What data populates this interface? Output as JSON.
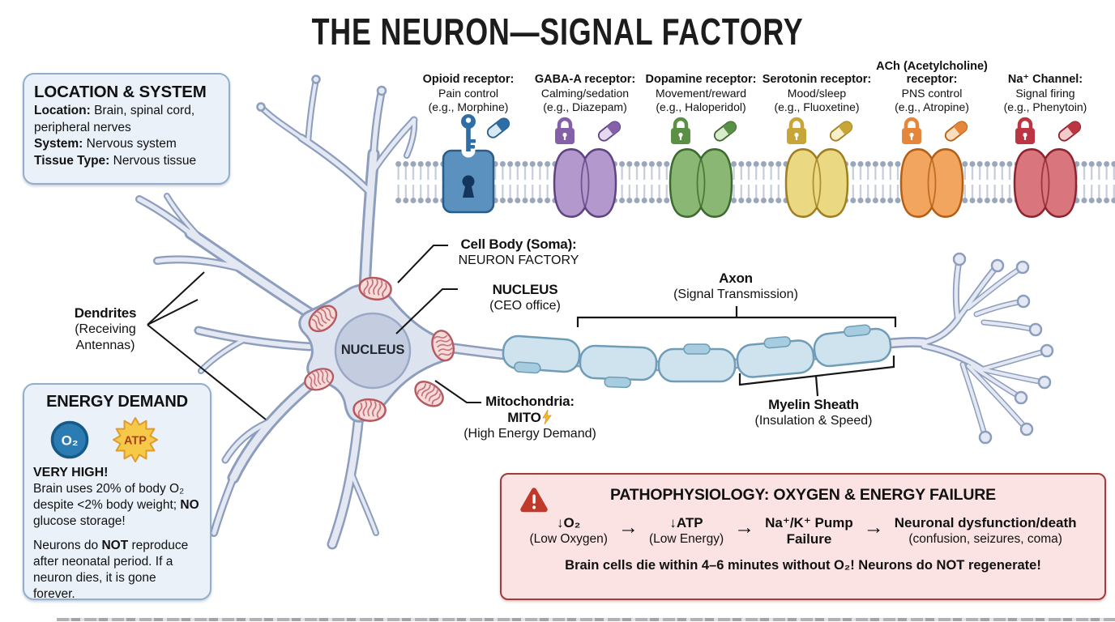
{
  "title": "THE NEURON—SIGNAL FACTORY",
  "location_box": {
    "title": "LOCATION & SYSTEM",
    "rows": [
      {
        "label": "Location:",
        "value": "Brain, spinal cord, peripheral nerves"
      },
      {
        "label": "System:",
        "value": "Nervous system"
      },
      {
        "label": "Tissue Type:",
        "value": "Nervous tissue"
      }
    ]
  },
  "receptors": [
    {
      "name": "Opioid receptor:",
      "role": "Pain control",
      "example": "(e.g., Morphine)",
      "icon": "key-icon",
      "colors": {
        "main": "#5b91bf",
        "dark": "#2a5d8a",
        "light": "#d8e9f3",
        "accent": "#2e6da6"
      }
    },
    {
      "name": "GABA-A receptor:",
      "role": "Calming/sedation",
      "example": "(e.g., Diazepam)",
      "icon": "lock-icon",
      "colors": {
        "main": "#b298cc",
        "dark": "#5f4383",
        "light": "#e4d9ef",
        "accent": "#8460a8"
      }
    },
    {
      "name": "Dopamine receptor:",
      "role": "Movement/reward",
      "example": "(e.g., Haloperidol)",
      "icon": "lock-icon",
      "colors": {
        "main": "#8ab874",
        "dark": "#3c6a2f",
        "light": "#d8ebcd",
        "accent": "#5a8f46"
      }
    },
    {
      "name": "Serotonin receptor:",
      "role": "Mood/sleep",
      "example": "(e.g., Fluoxetine)",
      "icon": "lock-icon",
      "colors": {
        "main": "#ead883",
        "dark": "#9f7f1f",
        "light": "#f6efc9",
        "accent": "#c7a536"
      }
    },
    {
      "name": "ACh (Acetylcholine) receptor:",
      "role": "PNS control",
      "example": "(e.g., Atropine)",
      "icon": "lock-icon",
      "colors": {
        "main": "#f2a55e",
        "dark": "#b55f14",
        "light": "#fbdcbd",
        "accent": "#e5863a"
      }
    },
    {
      "name": "Na⁺ Channel:",
      "role": "Signal firing",
      "example": "(e.g., Phenytoin)",
      "icon": "lock-icon",
      "colors": {
        "main": "#d9757c",
        "dark": "#8f2430",
        "light": "#f3caca",
        "accent": "#bb3642"
      }
    }
  ],
  "labels": {
    "cell_body": {
      "title": "Cell Body (Soma):",
      "subtitle": "NEURON FACTORY"
    },
    "nucleus": {
      "title": "NUCLEUS",
      "subtitle": "(CEO office)"
    },
    "nucleus_organelle": "NUCLEUS",
    "dendrites": {
      "title": "Dendrites",
      "subtitle": "(Receiving Antennas)"
    },
    "axon": {
      "title": "Axon",
      "subtitle": "(Signal Transmission)"
    },
    "myelin": {
      "title": "Myelin Sheath",
      "subtitle": "(Insulation & Speed)"
    },
    "mitochondria": {
      "title": "Mitochondria:",
      "line2": "MITO",
      "subtitle": "(High Energy Demand)"
    }
  },
  "energy_box": {
    "title": "ENERGY DEMAND",
    "o2": "O₂",
    "atp": "ATP",
    "headline": "VERY HIGH!",
    "p1_a": "Brain uses 20% of body O₂ despite <2% body weight; ",
    "p1_bold": "NO",
    "p1_b": " glucose storage!",
    "p2_a": "Neurons do ",
    "p2_bold": "NOT",
    "p2_b": " reproduce after neonatal period. If a neuron dies, it is gone forever."
  },
  "patho_box": {
    "title": "PATHOPHYSIOLOGY: OXYGEN & ENERGY FAILURE",
    "arrow": "→",
    "steps": [
      {
        "line1": "↓O₂",
        "line2": "(Low Oxygen)"
      },
      {
        "line1": "↓ATP",
        "line2": "(Low Energy)"
      },
      {
        "line1": "Na⁺/K⁺ Pump",
        "line2": "Failure"
      },
      {
        "line1": "Neuronal dysfunction/death",
        "line2": "(confusion, seizures, coma)"
      }
    ],
    "footer": "Brain cells die within 4–6 minutes without O₂! Neurons do NOT regenerate!"
  },
  "palette": {
    "panel_blue_fill": "#eaf1f9",
    "panel_blue_border": "#90aecd",
    "patho_fill": "#fbe3e3",
    "patho_border": "#a63a3a",
    "membrane_head": "#9aa6ba",
    "membrane_tail": "#c5cdda",
    "neuron_outline": "#8c9dbd",
    "neuron_fill": "#e3e8f2",
    "soma_fill": "#dee4ef",
    "nucleus_fill": "#c4cde0",
    "myelin_fill": "#cfe3ee",
    "myelin_border": "#6f9cb6",
    "mito_fill": "#f6dbd9",
    "mito_border": "#b55961",
    "o2_blue": "#2b7cb3",
    "atp_yellow": "#f7c948",
    "warning_red": "#c0392b",
    "bolt_yellow": "#f5b91e"
  }
}
